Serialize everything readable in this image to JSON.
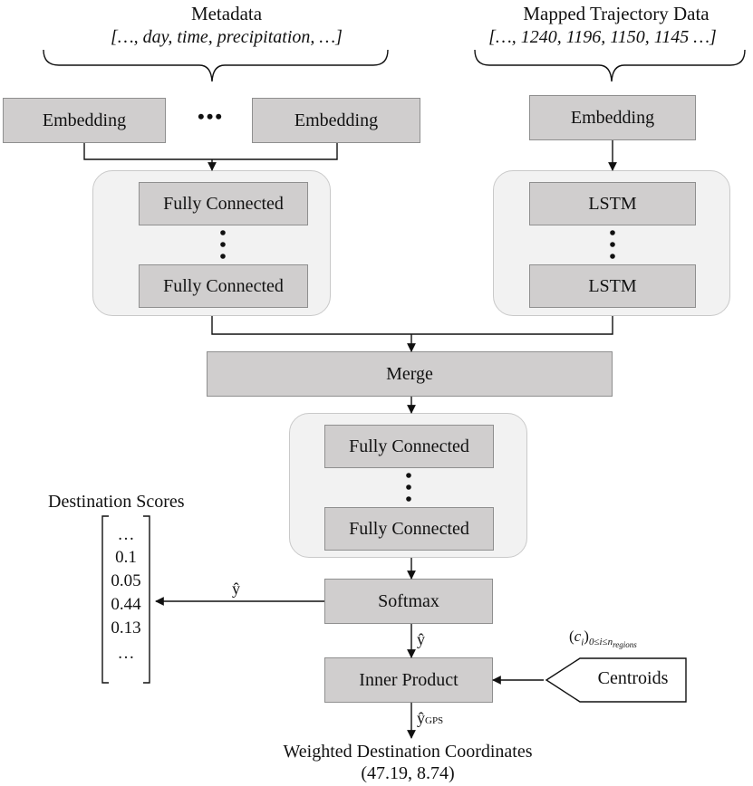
{
  "metadata": {
    "title": "Metadata",
    "fields": "[…, day, time, precipitation, …]",
    "embedding_left": "Embedding",
    "embedding_right": "Embedding",
    "ellipsis": "•••"
  },
  "trajectory": {
    "title": "Mapped Trajectory Data",
    "values": "[…, 1240, 1196, 1150, 1145 …]",
    "embedding": "Embedding"
  },
  "left_stack": {
    "top": "Fully Connected",
    "bottom": "Fully Connected"
  },
  "right_stack": {
    "top": "LSTM",
    "bottom": "LSTM"
  },
  "merge": "Merge",
  "center_stack": {
    "top": "Fully Connected",
    "bottom": "Fully Connected"
  },
  "softmax": "Softmax",
  "inner_product": "Inner Product",
  "centroids": "Centroids",
  "centroid_set_label": "(c_i)_{0≤i≤n_regions}",
  "y_hat": "ŷ",
  "y_hat_gps": "ŷGPS",
  "scores": {
    "title": "Destination Scores",
    "values": [
      "…",
      "0.1",
      "0.05",
      "0.44",
      "0.13",
      "…"
    ]
  },
  "output": {
    "title": "Weighted Destination Coordinates",
    "coords": "(47.19, 8.74)"
  }
}
